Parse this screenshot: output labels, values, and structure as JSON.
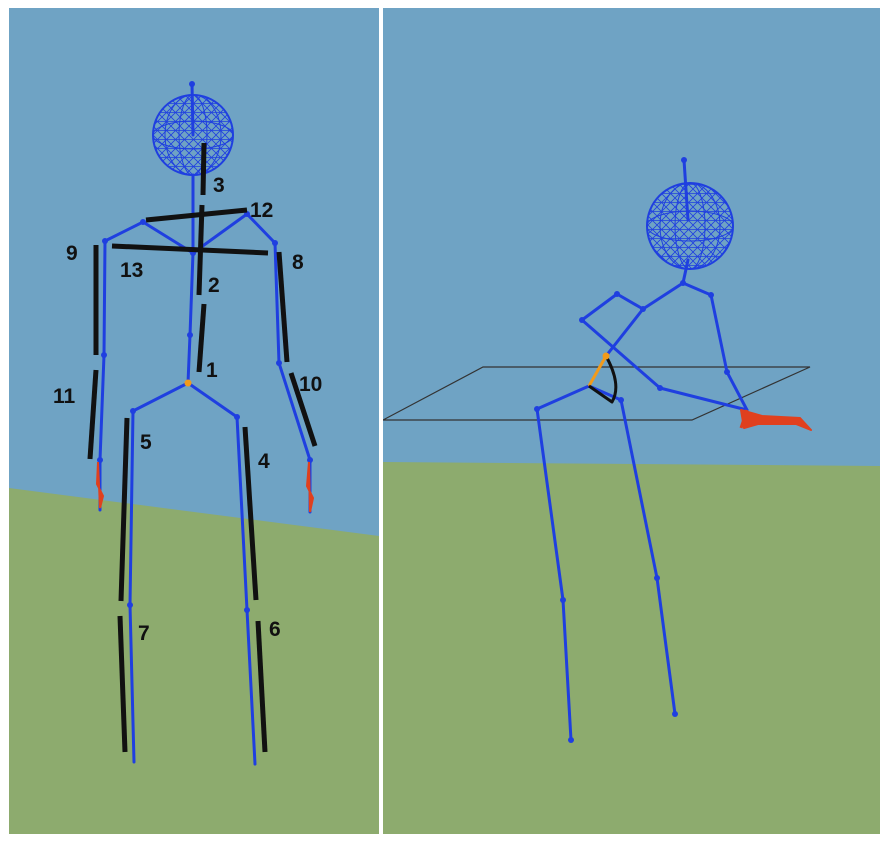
{
  "colors": {
    "sky": "#6fa3c4",
    "ground": "#8dab6e",
    "skeleton": "#1f3fe0",
    "segment_bar": "#111111",
    "highlight": "#f29a1a",
    "hand": "#e0401e",
    "plane": "#333333",
    "divider": "#ffffff"
  },
  "panels": [
    {
      "id": "front",
      "view": "front"
    },
    {
      "id": "side",
      "view": "side"
    }
  ],
  "icons": {
    "head": "wireframe-sphere-icon"
  },
  "segment_labels": [
    {
      "id": "1",
      "text": "1"
    },
    {
      "id": "2",
      "text": "2"
    },
    {
      "id": "3",
      "text": "3"
    },
    {
      "id": "4",
      "text": "4"
    },
    {
      "id": "5",
      "text": "5"
    },
    {
      "id": "6",
      "text": "6"
    },
    {
      "id": "7",
      "text": "7"
    },
    {
      "id": "8",
      "text": "8"
    },
    {
      "id": "9",
      "text": "9"
    },
    {
      "id": "10",
      "text": "10"
    },
    {
      "id": "11",
      "text": "11"
    },
    {
      "id": "12",
      "text": "12"
    },
    {
      "id": "13",
      "text": "13"
    }
  ]
}
